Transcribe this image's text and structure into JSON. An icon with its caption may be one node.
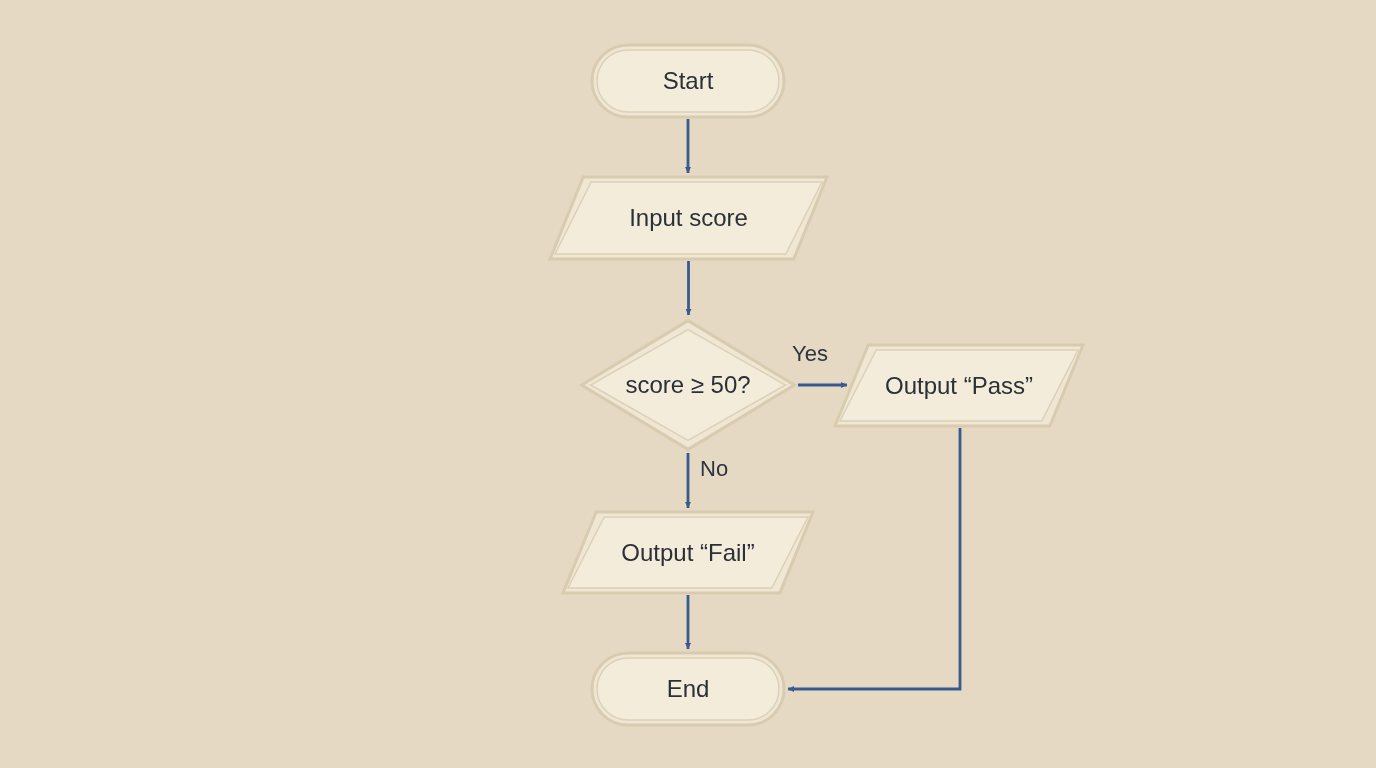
{
  "diagram": {
    "nodes": [
      {
        "text": [
          "Start"
        ]
      },
      {
        "text": [
          "Input score"
        ]
      },
      {
        "text": [
          "score ≥ 50?"
        ]
      },
      {
        "text": [
          "Output “Pass”"
        ]
      },
      {
        "text": [
          "Output “Fail”"
        ]
      },
      {
        "text": [
          "End"
        ]
      }
    ],
    "edges": [
      {
        "from": 0,
        "to": 1,
        "arrow": "to"
      },
      {
        "from": 1,
        "to": 2,
        "arrow": "to"
      },
      {
        "from": 2,
        "to": 3,
        "arrow": "to",
        "label": "Yes"
      },
      {
        "from": 2,
        "to": 4,
        "arrow": "to",
        "label": "No"
      },
      {
        "from": 4,
        "to": 5,
        "arrow": "to"
      },
      {
        "from": 3,
        "to": 5,
        "arrow": "to"
      }
    ]
  }
}
